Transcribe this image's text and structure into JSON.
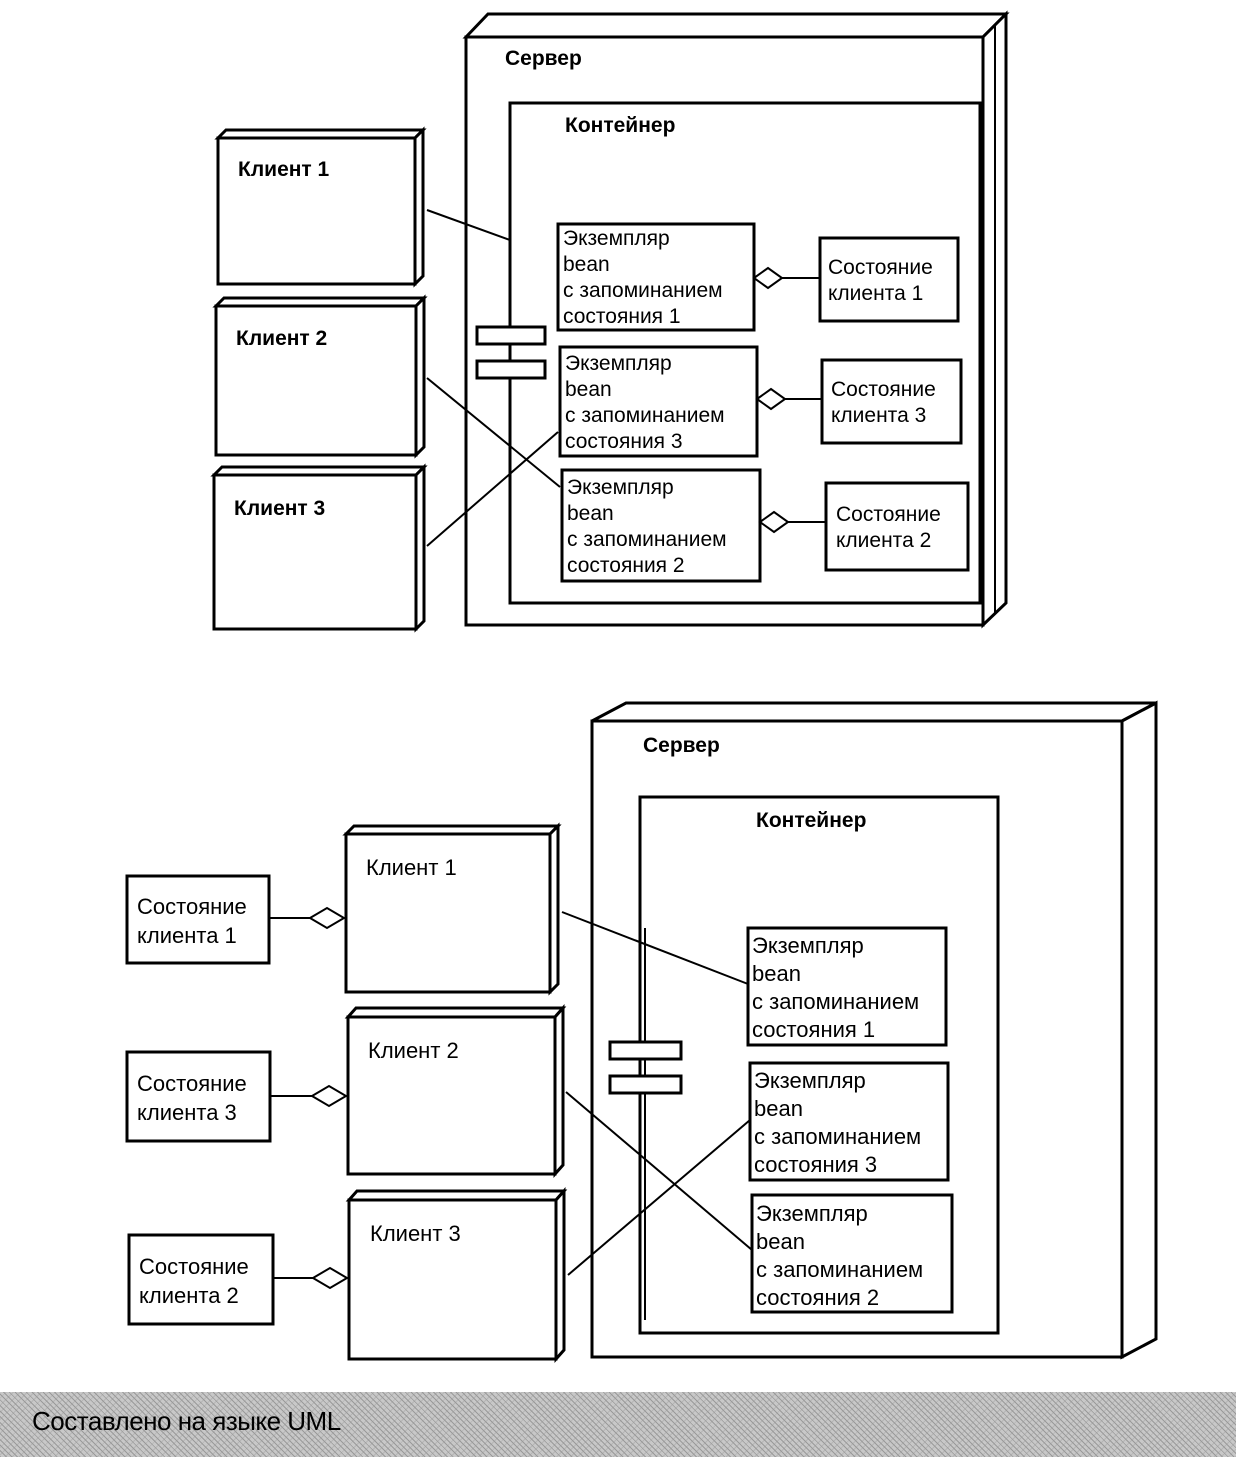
{
  "top": {
    "server": "Сервер",
    "container": "Контейнер",
    "clients": [
      "Клиент 1",
      "Клиент 2",
      "Клиент 3"
    ],
    "beans": [
      [
        "Экземпляр",
        "bean",
        "с запоминанием",
        "состояния 1"
      ],
      [
        "Экземпляр",
        "bean",
        "с запоминанием",
        "состояния 3"
      ],
      [
        "Экземпляр",
        "bean",
        "с запоминанием",
        "состояния 2"
      ]
    ],
    "states": [
      [
        "Состояние",
        "клиента 1"
      ],
      [
        "Состояние",
        "клиента 3"
      ],
      [
        "Состояние",
        "клиента 2"
      ]
    ]
  },
  "bottom": {
    "server": "Сервер",
    "container": "Контейнер",
    "clients": [
      "Клиент 1",
      "Клиент 2",
      "Клиент 3"
    ],
    "beans": [
      [
        "Экземпляр",
        "bean",
        "с запоминанием",
        "состояния 1"
      ],
      [
        "Экземпляр",
        "bean",
        "с запоминанием",
        "состояния 3"
      ],
      [
        "Экземпляр",
        "bean",
        "с запоминанием",
        "состояния 2"
      ]
    ],
    "states": [
      [
        "Состояние",
        "клиента 1"
      ],
      [
        "Состояние",
        "клиента 3"
      ],
      [
        "Состояние",
        "клиента 2"
      ]
    ]
  },
  "caption": "Составлено на языке UML"
}
